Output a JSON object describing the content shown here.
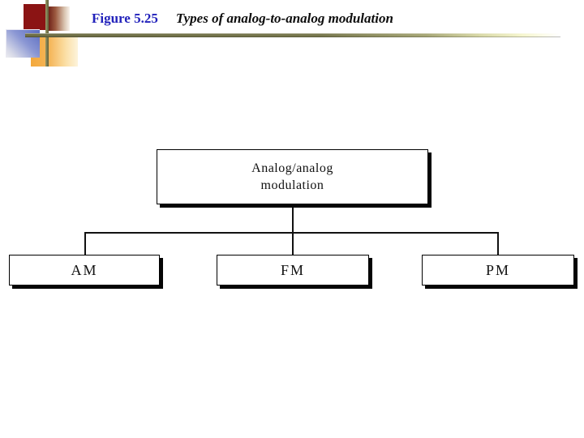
{
  "slide": {
    "title": {
      "figure_label": "Figure 5.25",
      "caption": "Types of analog-to-analog modulation"
    },
    "diagram": {
      "root": {
        "label_line1": "Analog/analog",
        "label_line2": "modulation"
      },
      "children": [
        {
          "label": "AM"
        },
        {
          "label": "FM"
        },
        {
          "label": "PM"
        }
      ]
    },
    "colors": {
      "figure_label_blue": "#2222bb",
      "rule_olive": "#6e6e46",
      "decoration_maroon": "#8b1414",
      "decoration_blue": "#5a6cc0",
      "decoration_orange": "#f3a83b",
      "box_border": "#000000",
      "box_shadow": "#050505",
      "background": "#ffffff"
    }
  }
}
